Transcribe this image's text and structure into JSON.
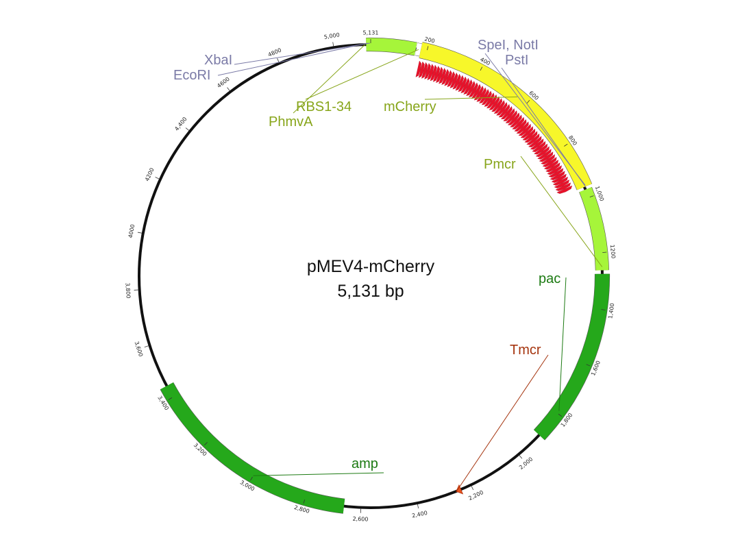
{
  "plasmid": {
    "name": "pMEV4-mCherry",
    "length_label": "5,131 bp",
    "length": 5131
  },
  "colors": {
    "backbone": "#111111",
    "promoter": "#a6f53a",
    "cds_yellow": "#f7f72a",
    "cds_green": "#25a81b",
    "rbs": "#ffffff",
    "terminator": "#e8541e",
    "orf_arrows": "#e8122a",
    "site_label": "#7a7aa6",
    "promoter_label": "#87a51a",
    "cds_label": "#1c7a12",
    "terminator_label": "#a5340e"
  },
  "features": [
    {
      "name": "PhmvA",
      "type": "promoter",
      "start": 5115,
      "end": 160,
      "label_color": "#87a51a"
    },
    {
      "name": "RBS1-34",
      "type": "rbs",
      "start": 162,
      "end": 178,
      "label_color": "#87a51a"
    },
    {
      "name": "mCherry",
      "type": "cds_yellow",
      "start": 178,
      "end": 960,
      "label_color": "#87a51a"
    },
    {
      "name": "Pmcr",
      "type": "promoter",
      "start": 970,
      "end": 1262,
      "label_color": "#87a51a"
    },
    {
      "name": "pac",
      "type": "cds_green",
      "start": 1275,
      "end": 1900,
      "label_color": "#1c7a12"
    },
    {
      "name": "Tmcr",
      "type": "terminator",
      "start": 2235,
      "end": 2262,
      "label_color": "#a5340e"
    },
    {
      "name": "amp",
      "type": "cds_green",
      "start": 2660,
      "end": 3445,
      "label_color": "#1c7a12"
    }
  ],
  "sites": [
    {
      "name": "EcoRI",
      "pos": 5120
    },
    {
      "name": "XbaI",
      "pos": 5128
    },
    {
      "name": "SpeI, NotI",
      "pos": 955
    },
    {
      "name": "PstI",
      "pos": 965
    }
  ],
  "ticks": [
    {
      "label": "200",
      "pos": 200
    },
    {
      "label": "400",
      "pos": 400
    },
    {
      "label": "600",
      "pos": 600
    },
    {
      "label": "800",
      "pos": 800
    },
    {
      "label": "1,000",
      "pos": 1000
    },
    {
      "label": "1200",
      "pos": 1200
    },
    {
      "label": "1,400",
      "pos": 1400
    },
    {
      "label": "1,600",
      "pos": 1600
    },
    {
      "label": "1,800",
      "pos": 1800
    },
    {
      "label": "2,000",
      "pos": 2000
    },
    {
      "label": "2,200",
      "pos": 2200
    },
    {
      "label": "2,400",
      "pos": 2400
    },
    {
      "label": "2,600",
      "pos": 2600
    },
    {
      "label": "2,800",
      "pos": 2800
    },
    {
      "label": "3,000",
      "pos": 3000
    },
    {
      "label": "3,200",
      "pos": 3200
    },
    {
      "label": "3,400",
      "pos": 3400
    },
    {
      "label": "3,600",
      "pos": 3600
    },
    {
      "label": "3,800",
      "pos": 3800
    },
    {
      "label": "4000",
      "pos": 4000
    },
    {
      "label": "4200",
      "pos": 4200
    },
    {
      "label": "4,400",
      "pos": 4400
    },
    {
      "label": "4600",
      "pos": 4600
    },
    {
      "label": "4800",
      "pos": 4800
    },
    {
      "label": "5,000",
      "pos": 5000
    },
    {
      "label": "5,131",
      "pos": 5131
    }
  ]
}
